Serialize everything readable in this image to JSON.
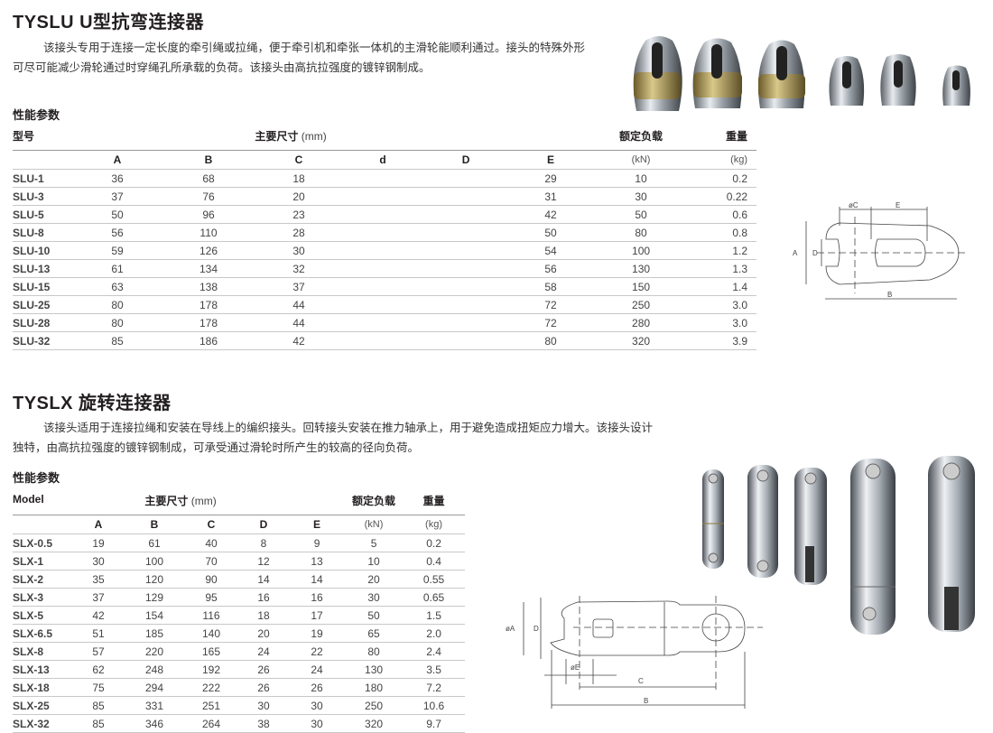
{
  "slu": {
    "title": "TYSLU U型抗弯连接器",
    "description": "该接头专用于连接一定长度的牵引绳或拉绳，便于牵引机和牵张一体机的主滑轮能顺利通过。接头的特殊外形可尽可能减少滑轮通过时穿绳孔所承载的负荷。该接头由高抗拉强度的镀锌钢制成。",
    "spec_heading": "性能参数",
    "header": {
      "model": "型号",
      "dims": "主要尺寸",
      "dims_unit": "(mm)",
      "load": "额定负载",
      "weight": "重量"
    },
    "columns": [
      "A",
      "B",
      "C",
      "d",
      "D",
      "E",
      "(kN)",
      "(kg)"
    ],
    "rows": [
      [
        "SLU-1",
        "36",
        "68",
        "18",
        "",
        "",
        "29",
        "10",
        "0.2"
      ],
      [
        "SLU-3",
        "37",
        "76",
        "20",
        "",
        "",
        "31",
        "30",
        "0.22"
      ],
      [
        "SLU-5",
        "50",
        "96",
        "23",
        "",
        "",
        "42",
        "50",
        "0.6"
      ],
      [
        "SLU-8",
        "56",
        "110",
        "28",
        "",
        "",
        "50",
        "80",
        "0.8"
      ],
      [
        "SLU-10",
        "59",
        "126",
        "30",
        "",
        "",
        "54",
        "100",
        "1.2"
      ],
      [
        "SLU-13",
        "61",
        "134",
        "32",
        "",
        "",
        "56",
        "130",
        "1.3"
      ],
      [
        "SLU-15",
        "63",
        "138",
        "37",
        "",
        "",
        "58",
        "150",
        "1.4"
      ],
      [
        "SLU-25",
        "80",
        "178",
        "44",
        "",
        "",
        "72",
        "250",
        "3.0"
      ],
      [
        "SLU-28",
        "80",
        "178",
        "44",
        "",
        "",
        "72",
        "280",
        "3.0"
      ],
      [
        "SLU-32",
        "85",
        "186",
        "42",
        "",
        "",
        "80",
        "320",
        "3.9"
      ]
    ],
    "diagram_labels": {
      "a": "A",
      "d": "D",
      "c": "øC",
      "e": "E",
      "b": "B"
    }
  },
  "slx": {
    "title": "TYSLX 旋转连接器",
    "description": "该接头适用于连接拉绳和安装在导线上的编织接头。回转接头安装在推力轴承上，用于避免造成扭矩应力增大。该接头设计独特，由高抗拉强度的镀锌钢制成，可承受通过滑轮时所产生的较高的径向负荷。",
    "spec_heading": "性能参数",
    "header": {
      "model": "Model",
      "dims": "主要尺寸",
      "dims_unit": "(mm)",
      "load": "额定负载",
      "weight": "重量"
    },
    "columns": [
      "A",
      "B",
      "C",
      "D",
      "E",
      "(kN)",
      "(kg)"
    ],
    "rows": [
      [
        "SLX-0.5",
        "19",
        "61",
        "40",
        "8",
        "9",
        "5",
        "0.2"
      ],
      [
        "SLX-1",
        "30",
        "100",
        "70",
        "12",
        "13",
        "10",
        "0.4"
      ],
      [
        "SLX-2",
        "35",
        "120",
        "90",
        "14",
        "14",
        "20",
        "0.55"
      ],
      [
        "SLX-3",
        "37",
        "129",
        "95",
        "16",
        "16",
        "30",
        "0.65"
      ],
      [
        "SLX-5",
        "42",
        "154",
        "116",
        "18",
        "17",
        "50",
        "1.5"
      ],
      [
        "SLX-6.5",
        "51",
        "185",
        "140",
        "20",
        "19",
        "65",
        "2.0"
      ],
      [
        "SLX-8",
        "57",
        "220",
        "165",
        "24",
        "22",
        "80",
        "2.4"
      ],
      [
        "SLX-13",
        "62",
        "248",
        "192",
        "26",
        "24",
        "130",
        "3.5"
      ],
      [
        "SLX-18",
        "75",
        "294",
        "222",
        "26",
        "26",
        "180",
        "7.2"
      ],
      [
        "SLX-25",
        "85",
        "331",
        "251",
        "30",
        "30",
        "250",
        "10.6"
      ],
      [
        "SLX-32",
        "85",
        "346",
        "264",
        "38",
        "30",
        "320",
        "9.7"
      ]
    ],
    "diagram_labels": {
      "a": "øA",
      "d": "D",
      "e": "øE",
      "c": "C",
      "b": "B"
    }
  }
}
